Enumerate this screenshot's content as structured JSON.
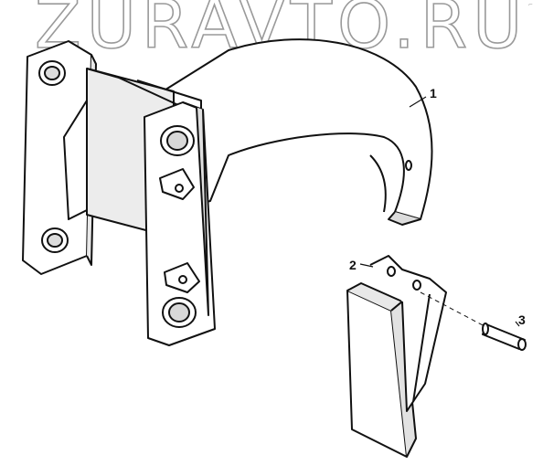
{
  "watermark": "ZURAVTO.RU",
  "corner_mark": "⌐",
  "callouts": [
    {
      "label": "1",
      "part": "ripper-shank"
    },
    {
      "label": "2",
      "part": "ripper-tip"
    },
    {
      "label": "3",
      "part": "pin"
    }
  ],
  "colors": {
    "line": "#111111",
    "shade": "#e2e2e2",
    "fill": "#ffffff",
    "watermark": "#9a9a9a"
  }
}
